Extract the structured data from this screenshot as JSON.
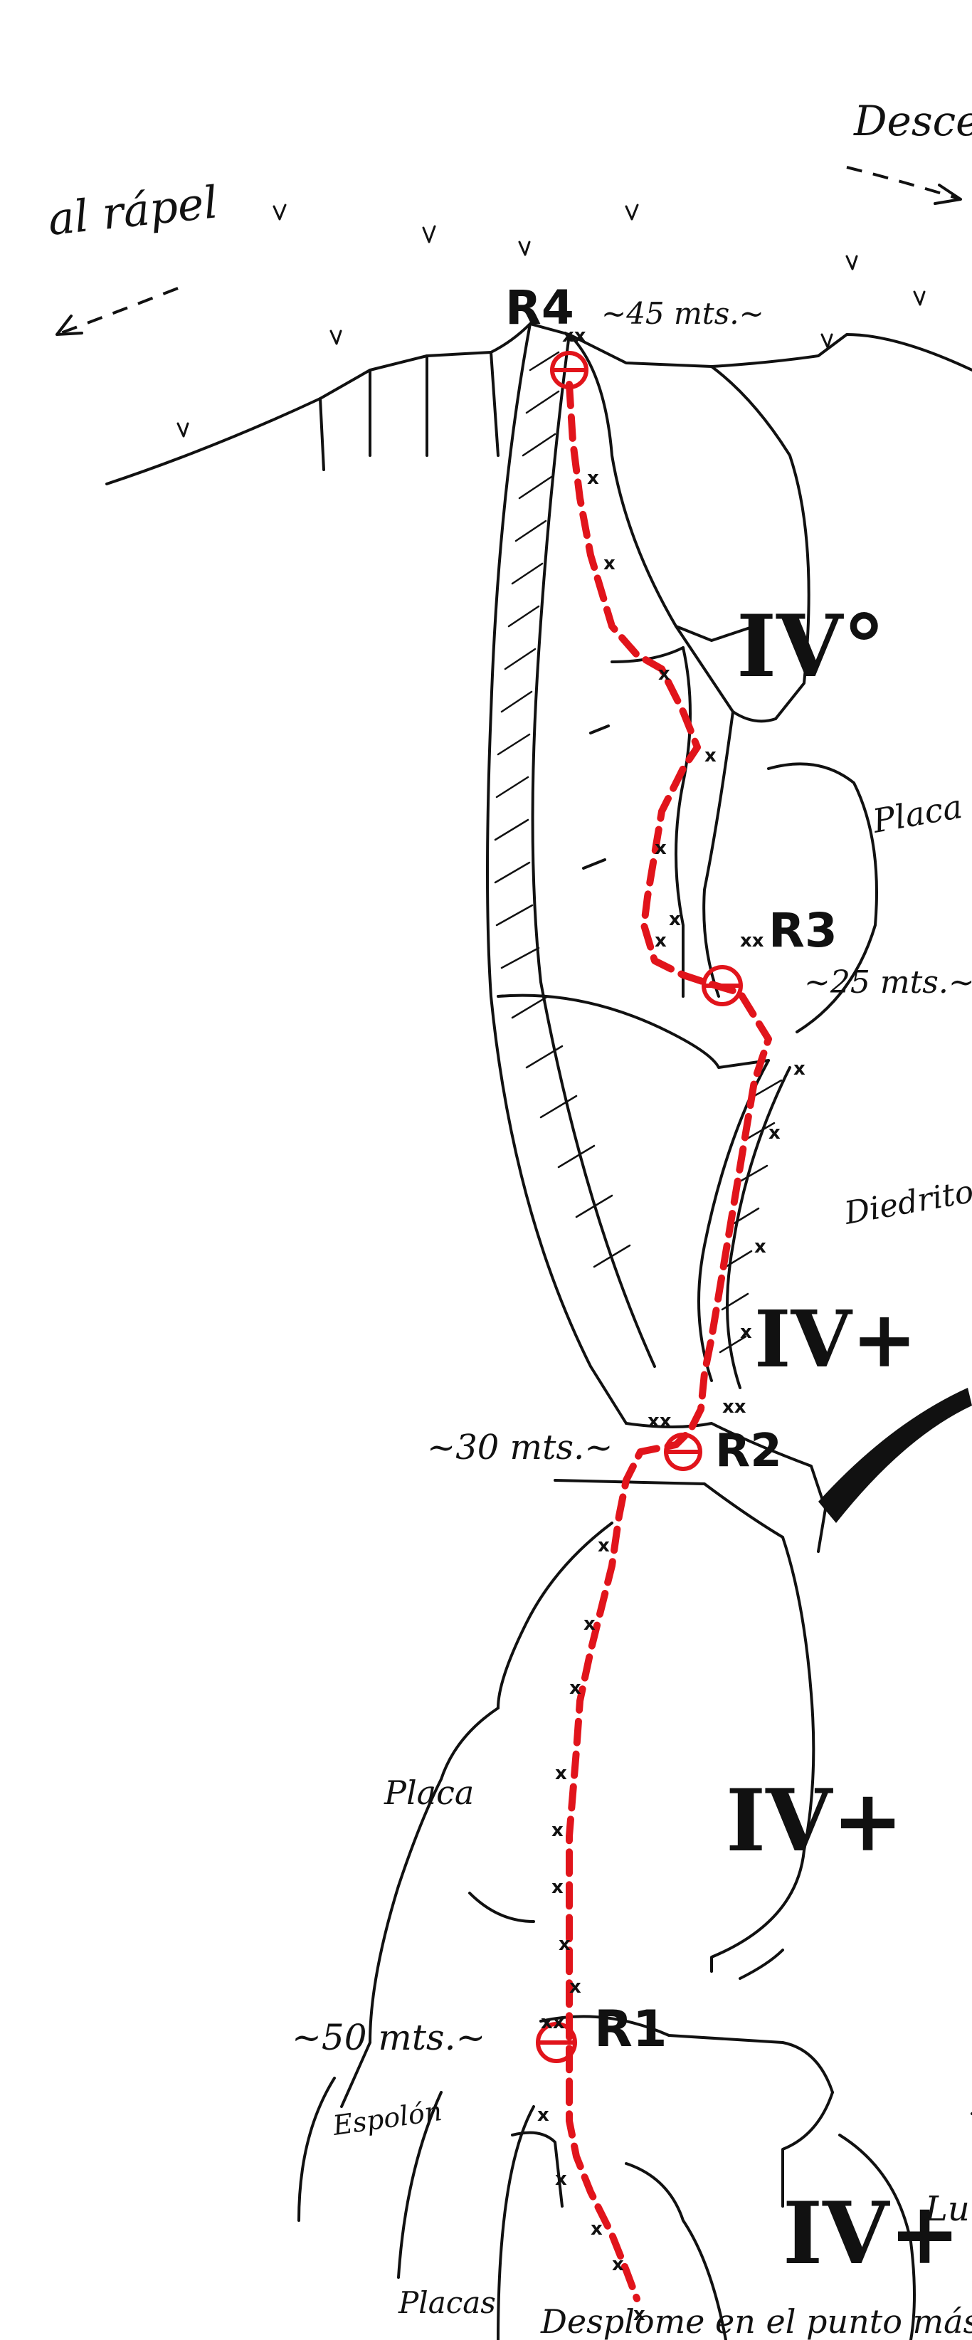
{
  "top": {
    "rappel_label": "al rápel",
    "descent_label": "Desce"
  },
  "belays": {
    "r4": {
      "label": "R4",
      "length": "~45 mts.~"
    },
    "r3": {
      "label": "R3",
      "length": "~25 mts.~"
    },
    "r2": {
      "label": "R2",
      "length": "~30 mts.~"
    },
    "r1": {
      "label": "R1",
      "length": "~50 mts.~"
    }
  },
  "grades": {
    "pitch4": "IV°",
    "pitch3": "IV+",
    "pitch2": "IV+",
    "pitch1": "IV+"
  },
  "features": {
    "placa_fisurada": "Placa fisurada",
    "diedrito": "Diedrito~adherenc",
    "placa": "Placa",
    "espolon": "Espolón",
    "placas": "Placas",
    "right_edge": "Lu"
  },
  "bottom": {
    "note": "Desplome en el punto más"
  },
  "colors": {
    "route": "#e1141b",
    "ink": "#111111"
  }
}
